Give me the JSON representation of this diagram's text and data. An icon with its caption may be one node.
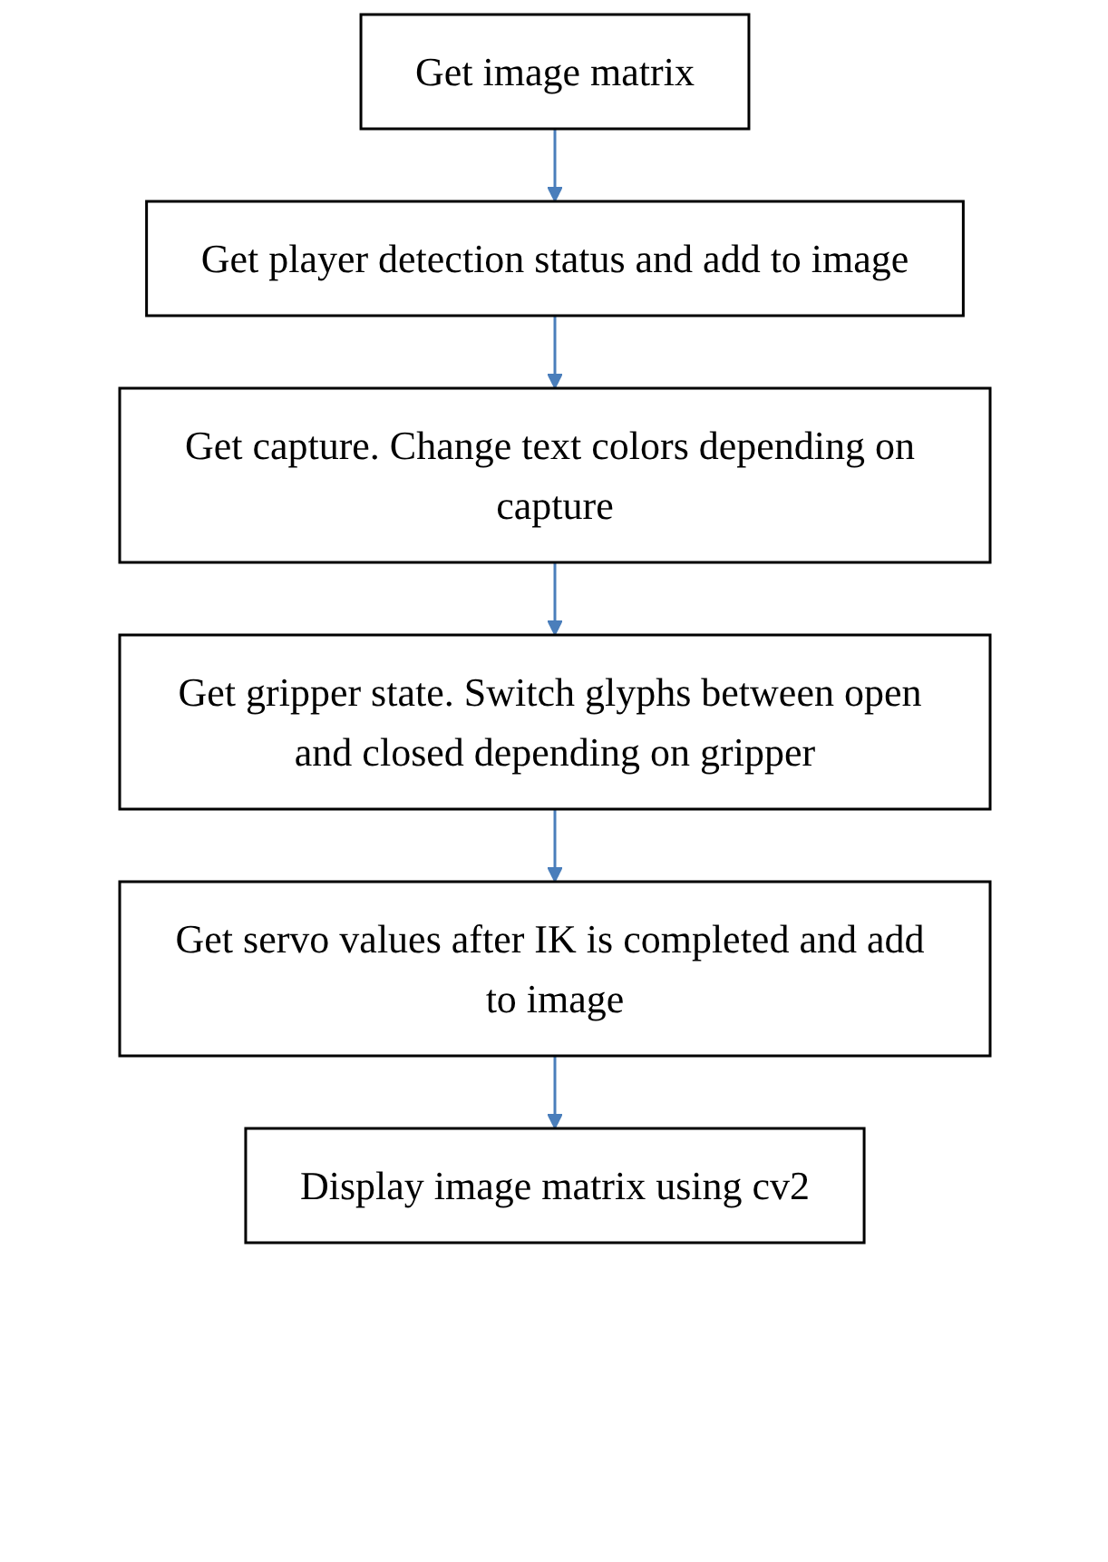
{
  "diagram": {
    "nodes": [
      {
        "text": [
          "Get image matrix"
        ]
      },
      {
        "text": [
          "Get player detection status and add to image"
        ]
      },
      {
        "text": [
          "Get capture. Change text colors depending on capture"
        ]
      },
      {
        "text": [
          "Get gripper state. Switch glyphs between open and closed depending on gripper"
        ]
      },
      {
        "text": [
          "Get servo values after IK is completed and add to image"
        ]
      },
      {
        "text": [
          "Display image matrix using cv2"
        ]
      }
    ],
    "edges": [
      {
        "from": 0,
        "to": 1,
        "arrow": "to"
      },
      {
        "from": 1,
        "to": 2,
        "arrow": "to"
      },
      {
        "from": 2,
        "to": 3,
        "arrow": "to"
      },
      {
        "from": 3,
        "to": 4,
        "arrow": "to"
      },
      {
        "from": 4,
        "to": 5,
        "arrow": "to"
      }
    ]
  }
}
